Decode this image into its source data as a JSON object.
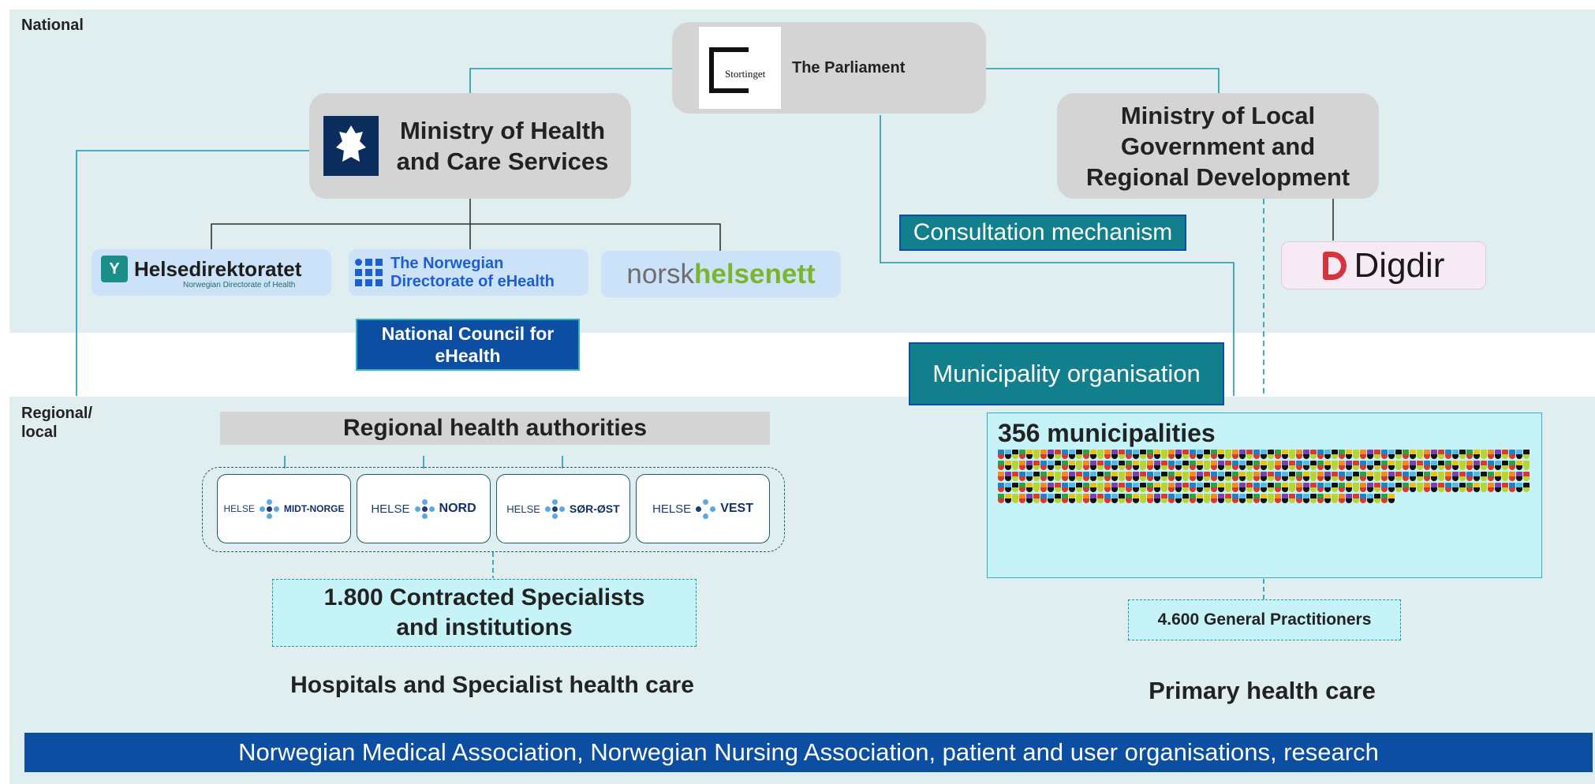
{
  "levels": {
    "national": "National",
    "regional": "Regional/\nlocal"
  },
  "parliament": {
    "logo_text": "Stortinget",
    "label": "The Parliament"
  },
  "ministry_health": {
    "label": "Ministry of Health and Care Services",
    "logo": "norwegian-lion-crest-icon"
  },
  "ministry_local": {
    "label": "Ministry of Local Government and Regional Development"
  },
  "agencies": {
    "helsedir": {
      "name": "Helsedirektoratet",
      "subtitle": "Norwegian Directorate of Health"
    },
    "ehealth": {
      "line1": "The Norwegian",
      "line2": "Directorate of eHealth"
    },
    "nhn": {
      "part1": "norsk",
      "part2": "helsenett"
    }
  },
  "national_council": "National Council for eHealth",
  "consultation": "Consultation mechanism",
  "digdir": "Digdir",
  "municipality_org": "Municipality organisation",
  "regional_health": {
    "title": "Regional health authorities",
    "regions": [
      {
        "prefix": "HELSE",
        "name": "MIDT-NORGE"
      },
      {
        "prefix": "HELSE",
        "name": "NORD"
      },
      {
        "prefix": "HELSE",
        "name": "SØR-ØST"
      },
      {
        "prefix": "HELSE",
        "name": "VEST"
      }
    ]
  },
  "specialists": "1.800 Contracted Specialists and institutions",
  "hospitals_label": "Hospitals and Specialist health care",
  "municipalities": {
    "title": "356 municipalities",
    "crest_colors": [
      "#1f7fc8",
      "#e8c21a",
      "#d93a2b",
      "#2f9e44",
      "#7a3fb0",
      "#111111",
      "#f28c1c",
      "#55b8e8",
      "#b8d432"
    ]
  },
  "gps": "4.600 General Practitioners",
  "primary_label": "Primary health care",
  "footer": "Norwegian Medical Association, Norwegian Nursing Association, patient and user organisations, research",
  "colors": {
    "band": "#e1eef0",
    "teal": "#127f8c",
    "navy": "#0b4ea2",
    "light_cyan": "#c6f3f8",
    "grey": "#d4d4d4"
  }
}
